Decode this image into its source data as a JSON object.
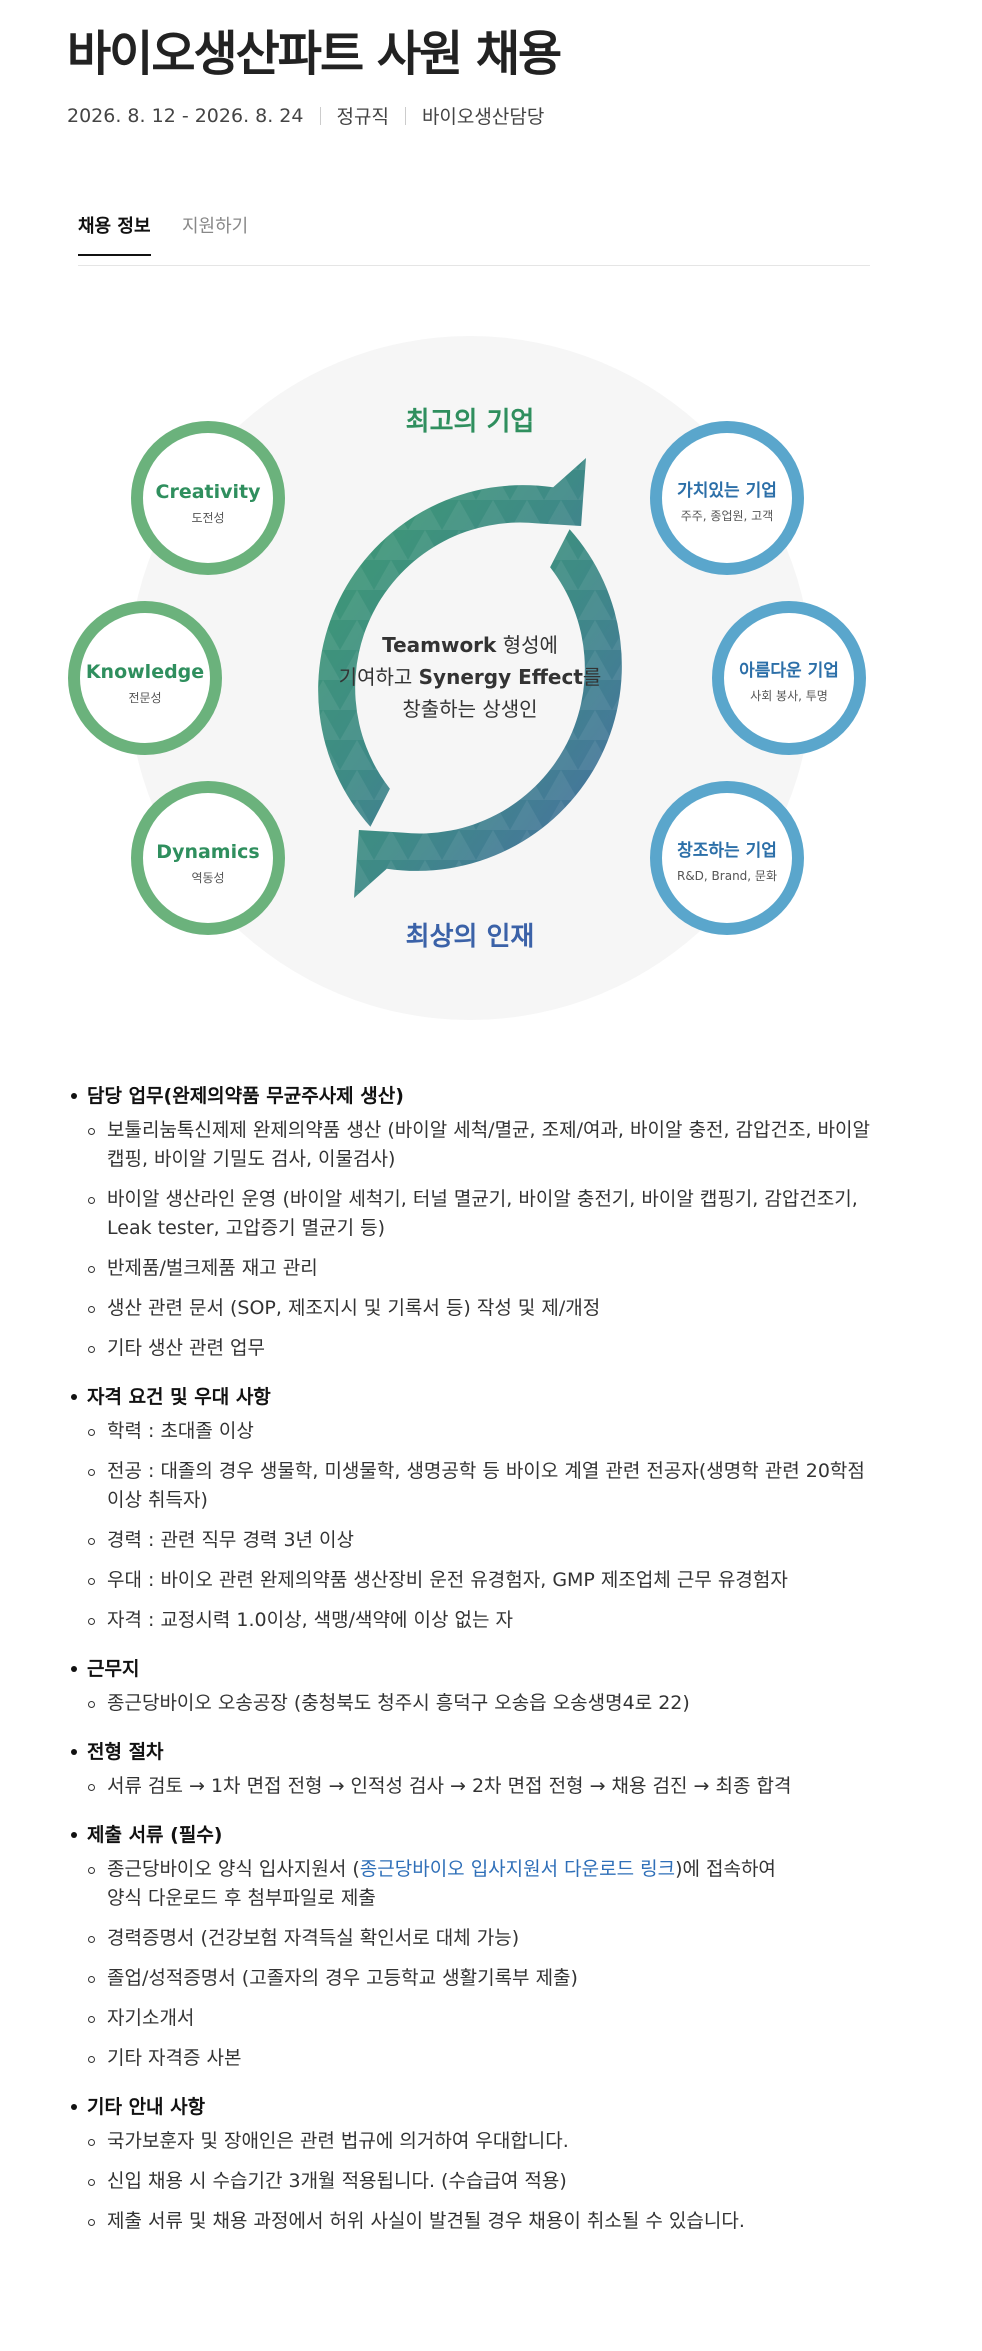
{
  "header": {
    "title": "바이오생산파트 사원 채용",
    "period": "2026. 8. 12 - 2026. 8. 24",
    "employment_type": "정규직",
    "department": "바이오생산담당"
  },
  "tabs": [
    {
      "label": "채용 정보",
      "active": true
    },
    {
      "label": "지원하기",
      "active": false
    }
  ],
  "diagram": {
    "top_label": "최고의 기업",
    "bottom_label": "최상의 인재",
    "center": {
      "line1_a": "Teamwork",
      "line1_b": " 형성에",
      "line2_a": "기여하고 ",
      "line2_b": "Synergy Effect",
      "line2_c": "를",
      "line3": "창출하는 상생인"
    },
    "left_circles": [
      {
        "title": "Creativity",
        "sub": "도전성"
      },
      {
        "title": "Knowledge",
        "sub": "전문성"
      },
      {
        "title": "Dynamics",
        "sub": "역동성"
      }
    ],
    "right_circles": [
      {
        "title": "가치있는 기업",
        "sub": "주주, 종업원, 고객"
      },
      {
        "title": "아름다운 기업",
        "sub": "사회 봉사, 투명"
      },
      {
        "title": "창조하는 기업",
        "sub": "R&D, Brand, 문화"
      }
    ],
    "colors": {
      "green": "#6bb27c",
      "blue": "#5aa6cc",
      "title_green": "#2f8f5e",
      "title_blue": "#3b62a8"
    }
  },
  "sections": {
    "duties": {
      "title": "담당 업무(완제의약품 무균주사제 생산)",
      "items": [
        "보툴리눔톡신제제 완제의약품 생산 (바이알 세척/멸균, 조제/여과, 바이알 충전, 감압건조, 바이알 캡핑, 바이알 기밀도 검사, 이물검사)",
        "바이알 생산라인 운영 (바이알 세척기, 터널 멸균기, 바이알 충전기, 바이알 캡핑기, 감압건조기, Leak tester, 고압증기 멸균기 등)",
        "반제품/벌크제품 재고 관리",
        "생산 관련 문서 (SOP, 제조지시 및 기록서 등) 작성 및 제/개정",
        "기타 생산 관련 업무"
      ]
    },
    "qualifications": {
      "title": "자격 요건 및 우대 사항",
      "items": [
        "학력 : 초대졸 이상",
        "전공 : 대졸의 경우 생물학, 미생물학, 생명공학 등 바이오 계열 관련 전공자(생명학 관련 20학점 이상 취득자)",
        "경력 : 관련 직무 경력 3년 이상",
        "우대 : 바이오 관련 완제의약품 생산장비 운전 유경험자, GMP 제조업체 근무 유경험자",
        "자격 : 교정시력 1.0이상, 색맹/색약에 이상 없는 자"
      ]
    },
    "location": {
      "title": "근무지",
      "items": [
        "종근당바이오 오송공장 (충청북도 청주시 흥덕구 오송읍 오송생명4로 22)"
      ]
    },
    "process": {
      "title": "전형 절차",
      "items": [
        "서류 검토 → 1차 면접 전형 → 인적성 검사 → 2차 면접 전형 → 채용 검진 → 최종 합격"
      ]
    },
    "documents": {
      "title": "제출 서류 (필수)",
      "first_before": "종근당바이오 양식 입사지원서 (",
      "first_link": "종근당바이오 입사지원서 다운로드 링크",
      "first_after": ")에 접속하여",
      "first_line2": "양식 다운로드 후 첨부파일로 제출",
      "items": [
        "경력증명서 (건강보험 자격득실 확인서로 대체 가능)",
        "졸업/성적증명서 (고졸자의 경우 고등학교 생활기록부 제출)",
        "자기소개서",
        "기타 자격증 사본"
      ]
    },
    "notes": {
      "title": "기타 안내 사항",
      "items": [
        "국가보훈자 및 장애인은 관련 법규에 의거하여 우대합니다.",
        "신입 채용 시 수습기간 3개월 적용됩니다. (수습급여 적용)",
        "제출 서류 및 채용 과정에서 허위 사실이 발견될 경우 채용이 취소될 수 있습니다."
      ]
    }
  }
}
